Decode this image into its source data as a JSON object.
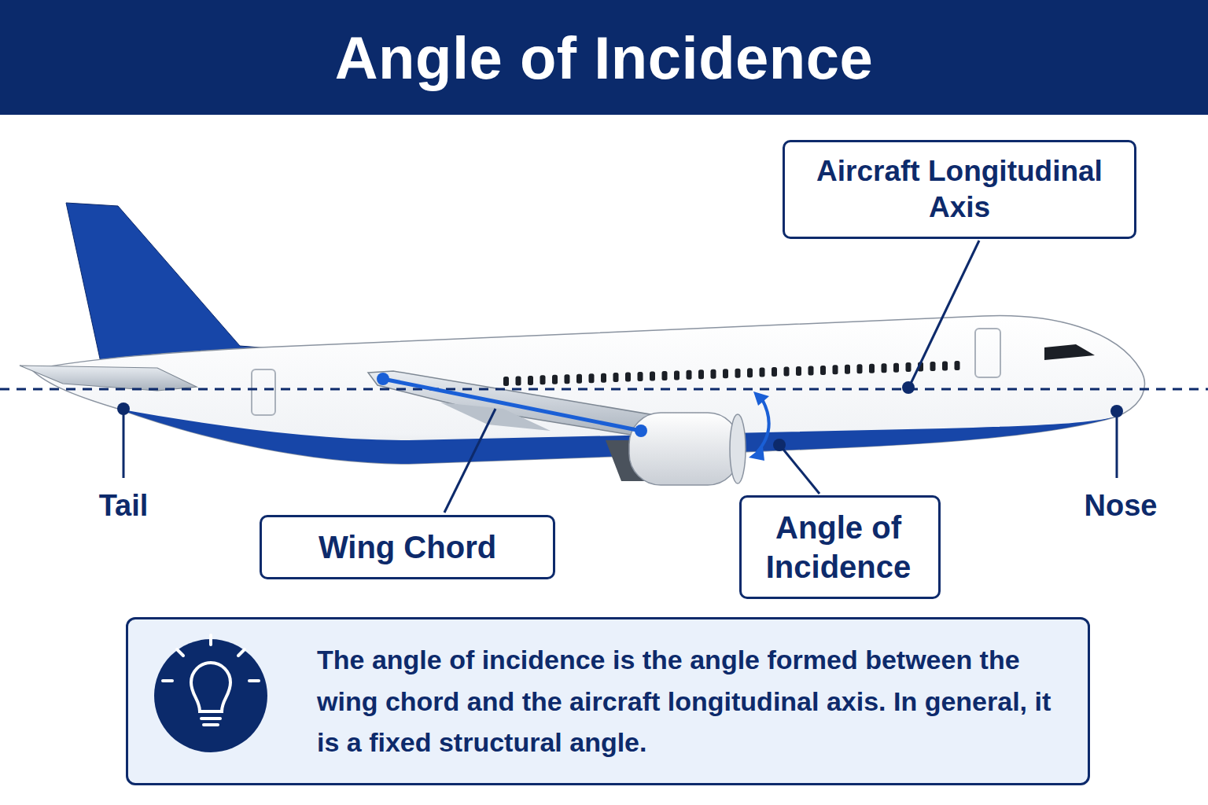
{
  "diagram": {
    "title": "Angle of Incidence",
    "nodes": [
      {
        "text": [
          "Aircraft Longitudinal Axis"
        ]
      },
      {
        "text": [
          "Wing Chord"
        ]
      },
      {
        "text": [
          "Angle of Incidence"
        ]
      },
      {
        "text": [
          "The angle of incidence is the angle formed between the wing chord and the aircraft longitudinal axis. In general, it is a fixed structural angle."
        ]
      }
    ],
    "labels": [
      "Tail",
      "Nose"
    ]
  }
}
